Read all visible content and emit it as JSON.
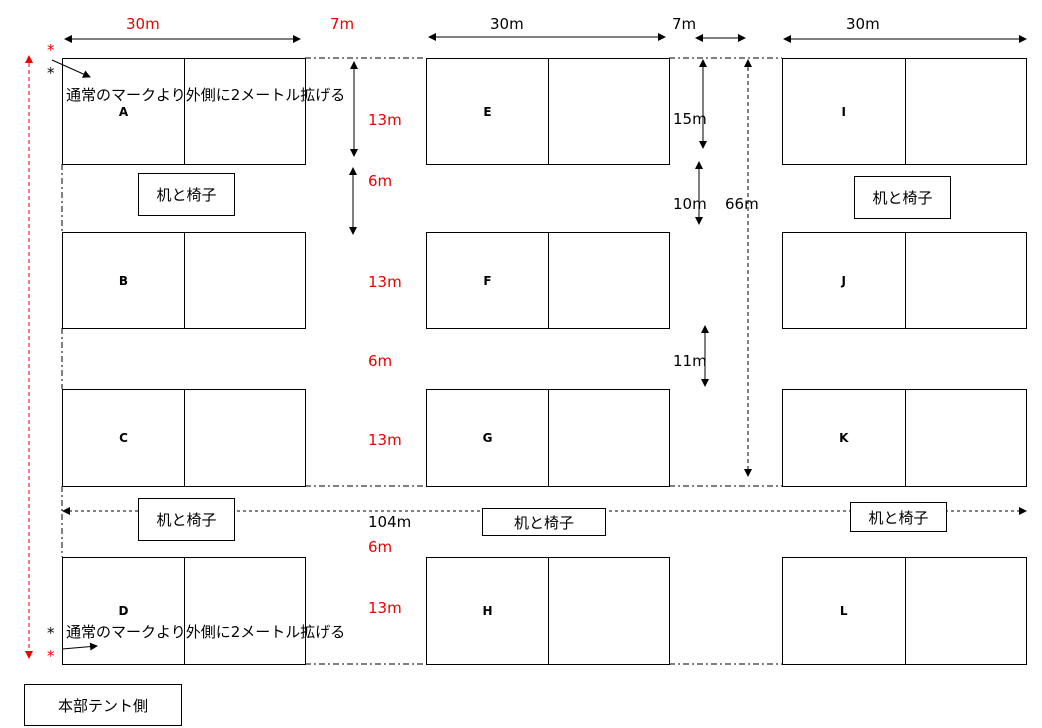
{
  "courts": [
    {
      "id": "A",
      "label": "A"
    },
    {
      "id": "B",
      "label": "B"
    },
    {
      "id": "C",
      "label": "C"
    },
    {
      "id": "D",
      "label": "D"
    },
    {
      "id": "E",
      "label": "E"
    },
    {
      "id": "F",
      "label": "F"
    },
    {
      "id": "G",
      "label": "G"
    },
    {
      "id": "H",
      "label": "H"
    },
    {
      "id": "I",
      "label": "I"
    },
    {
      "id": "J",
      "label": "J"
    },
    {
      "id": "K",
      "label": "K"
    },
    {
      "id": "L",
      "label": "L"
    }
  ],
  "dimensions": {
    "width_court_1": "30m",
    "gap_1": "7m",
    "width_court_2": "30m",
    "gap_2": "7m",
    "width_court_3": "30m",
    "row_heights": [
      "13m",
      "13m",
      "13m",
      "13m"
    ],
    "row_gaps": [
      "6m",
      "6m",
      "6m"
    ],
    "v15": "15m",
    "v10": "10m",
    "v66": "66m",
    "v11": "11m",
    "total_width": "104m"
  },
  "notes": {
    "star": "*",
    "extend_top": "通常のマークより外側に2メートル拡げる",
    "extend_bottom": "通常のマークより外側に2メートル拡げる"
  },
  "furniture": [
    "机と椅子",
    "机と椅子",
    "机と椅子",
    "机と椅子",
    "机と椅子"
  ],
  "headquarters_tent": "本部テント側"
}
